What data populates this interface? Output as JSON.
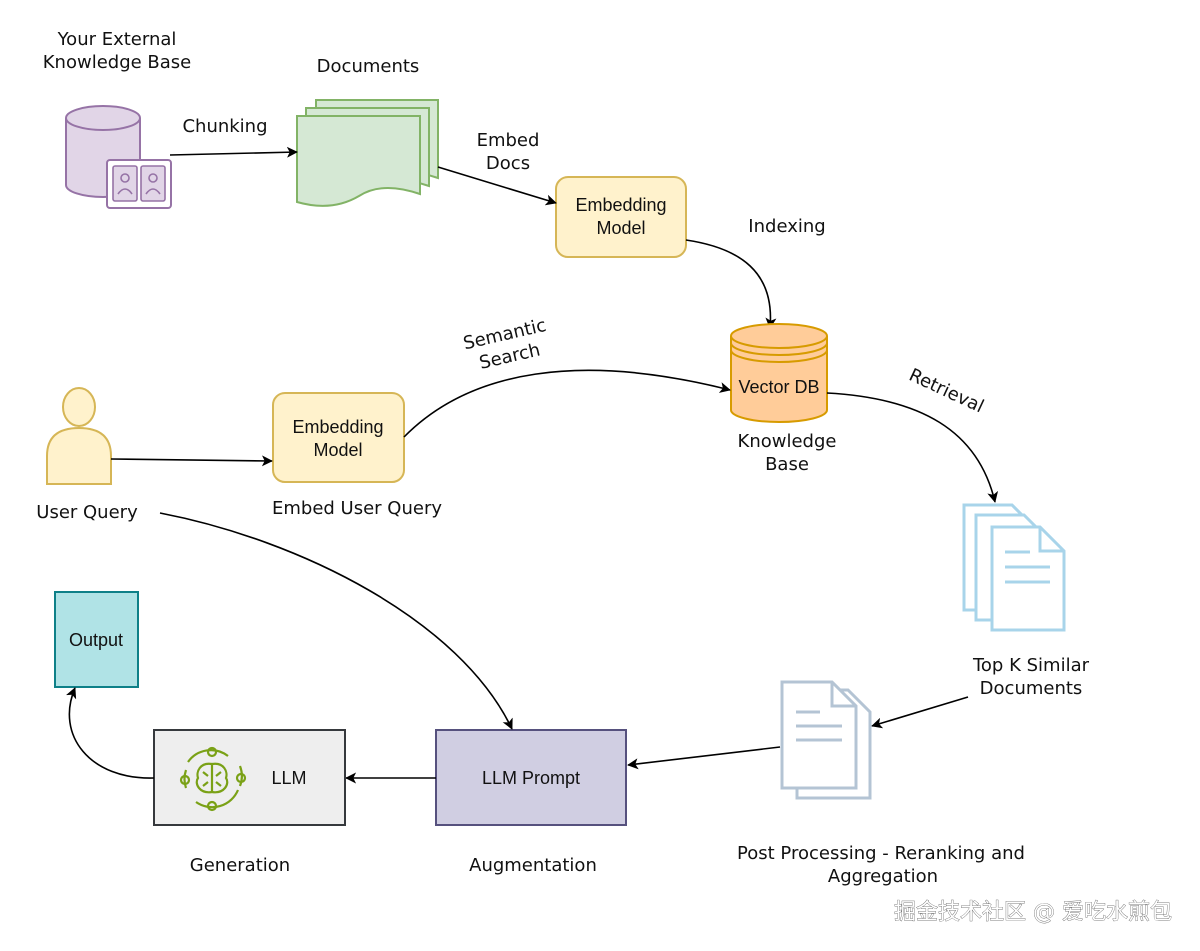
{
  "labels": {
    "kb_title_1": "Your External",
    "kb_title_2": "Knowledge Base",
    "documents": "Documents",
    "chunking": "Chunking",
    "embed_docs_1": "Embed",
    "embed_docs_2": "Docs",
    "embedding_model_top_1": "Embedding",
    "embedding_model_top_2": "Model",
    "indexing": "Indexing",
    "semantic_search_1": "Semantic",
    "semantic_search_2": "Search",
    "vector_db": "Vector DB",
    "knowledge_base_1": "Knowledge",
    "knowledge_base_2": "Base",
    "retrieval": "Retrieval",
    "user_query": "User Query",
    "embedding_model_mid_1": "Embedding",
    "embedding_model_mid_2": "Model",
    "embed_user_query": "Embed User Query",
    "top_k_1": "Top K Similar",
    "top_k_2": "Documents",
    "output": "Output",
    "llm": "LLM",
    "llm_prompt": "LLM Prompt",
    "generation": "Generation",
    "augmentation": "Augmentation",
    "post_processing_1": "Post Processing - Reranking and",
    "post_processing_2": "Aggregation",
    "watermark": "掘金技术社区 @ 爱吃水煎包"
  },
  "colors": {
    "db_fill": "#e1d5e7",
    "db_stroke": "#9673a6",
    "docs_fill": "#d5e8d4",
    "docs_stroke": "#82b366",
    "model_fill": "#fff2cc",
    "model_stroke": "#d6b656",
    "vector_fill": "#ffcc99",
    "vector_stroke": "#d79b00",
    "user_fill": "#fff2cc",
    "user_stroke": "#d6b656",
    "topk_stroke": "#a8d4ea",
    "post_stroke": "#b4c4d4",
    "output_fill": "#b0e3e6",
    "output_stroke": "#0e8088",
    "llm_fill": "#eeeeee",
    "llm_stroke": "#36393d",
    "llm_icon": "#7aa116",
    "prompt_fill": "#d0cee2",
    "prompt_stroke": "#56517e"
  },
  "icons": [
    "database-icon",
    "book-icon",
    "document-stack-icon",
    "user-icon",
    "files-icon",
    "file-icon",
    "brain-icon"
  ]
}
